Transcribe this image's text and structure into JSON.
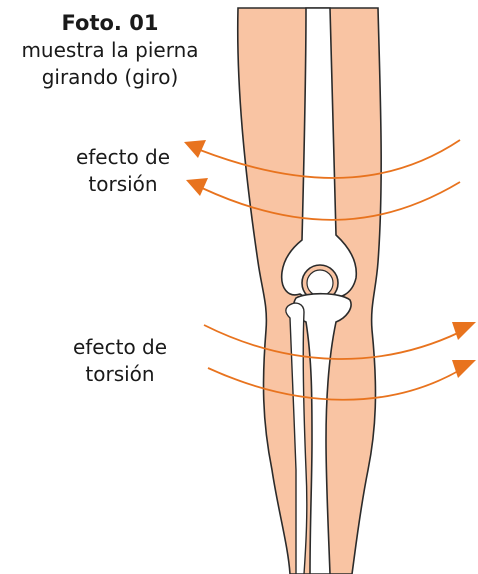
{
  "caption": {
    "title": "Foto. 01",
    "line1": "muestra la pierna",
    "line2": "girando (giro)"
  },
  "labels": [
    {
      "line1": "efecto de",
      "line2": "torsión"
    },
    {
      "line1": "efecto de",
      "line2": "torsión"
    }
  ],
  "colors": {
    "skin": "#f9c4a3",
    "bone": "#ffffff",
    "outline": "#2b2b2b",
    "arrow": "#e8731e"
  }
}
